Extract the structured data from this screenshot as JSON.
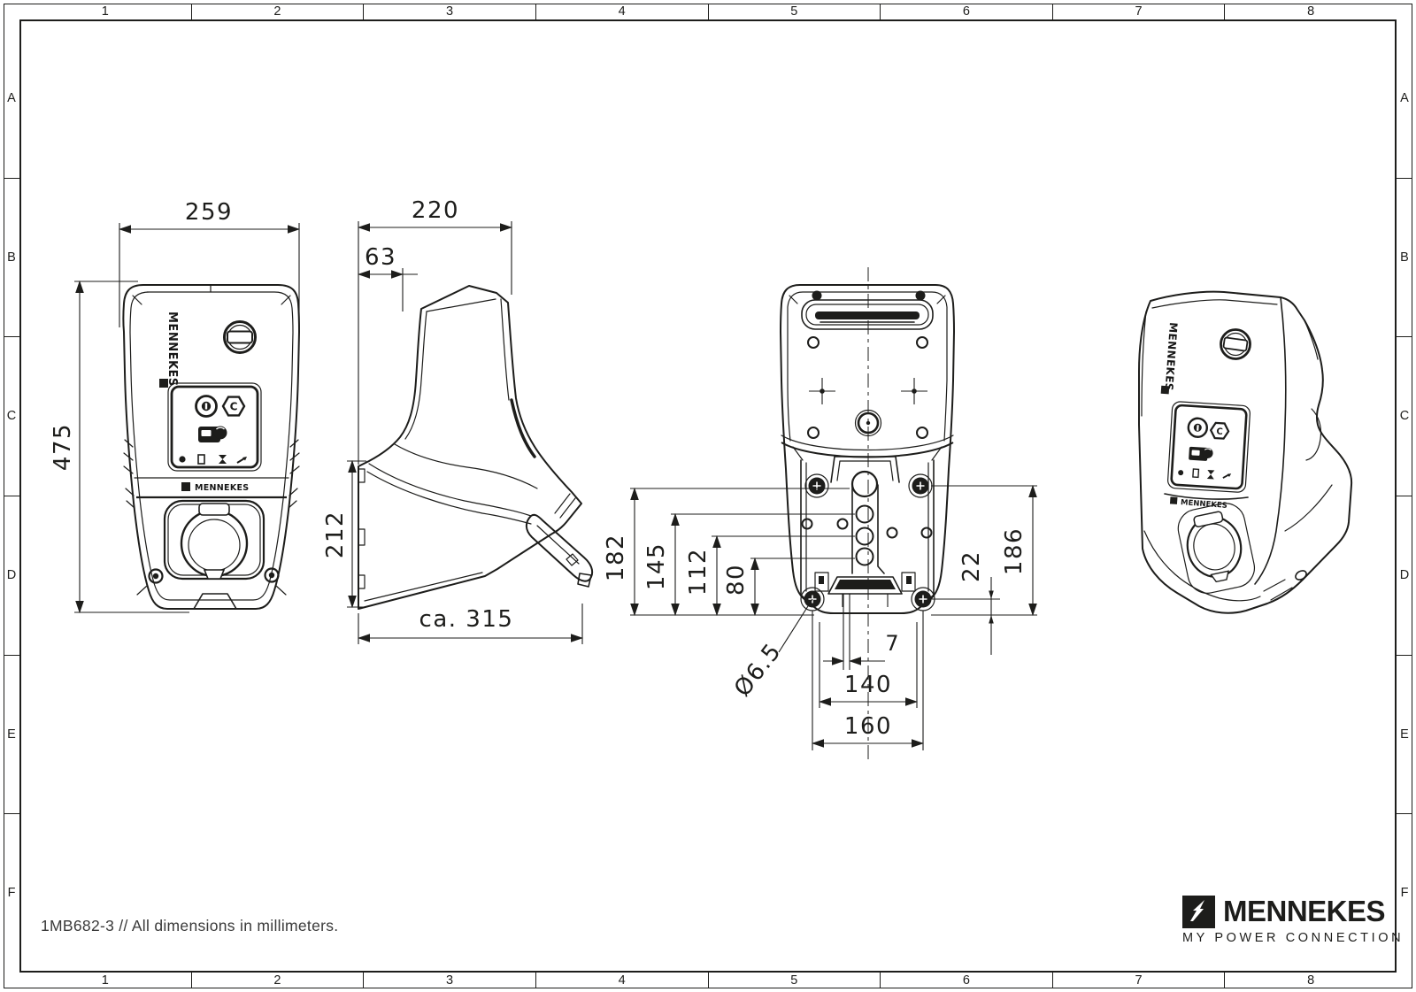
{
  "sheet": {
    "note": "1MB682-3 // All dimensions in millimeters.",
    "ink_color": "#1d1d1b",
    "grid": {
      "columns": [
        "1",
        "2",
        "3",
        "4",
        "5",
        "6",
        "7",
        "8"
      ],
      "rows": [
        "A",
        "B",
        "C",
        "D",
        "E",
        "F"
      ]
    }
  },
  "branding": {
    "logo_text": "MENNEKES",
    "tagline": "MY  POWER  CONNECTION"
  },
  "views": {
    "front": {
      "title": "front-view",
      "logo_vertical": "MENNEKES",
      "logo_bar": "MENNEKES",
      "cert_letter": "C",
      "dims": {
        "width": "259",
        "height": "475"
      }
    },
    "side": {
      "title": "side-view",
      "dims": {
        "depth": "220",
        "top_offset": "63",
        "lower_height": "212",
        "total_depth": "ca. 315"
      }
    },
    "rear": {
      "title": "rear-view",
      "dims": {
        "h182": "182",
        "h145": "145",
        "h112": "112",
        "h80": "80",
        "hole_dia": "Ø6.5",
        "slot_width": "7",
        "w140": "140",
        "w160": "160",
        "h22": "22",
        "h186": "186"
      }
    },
    "perspective": {
      "title": "perspective-view",
      "logo_vertical": "MENNEKES",
      "logo_bar": "MENNEKES",
      "cert_letter": "C"
    }
  }
}
